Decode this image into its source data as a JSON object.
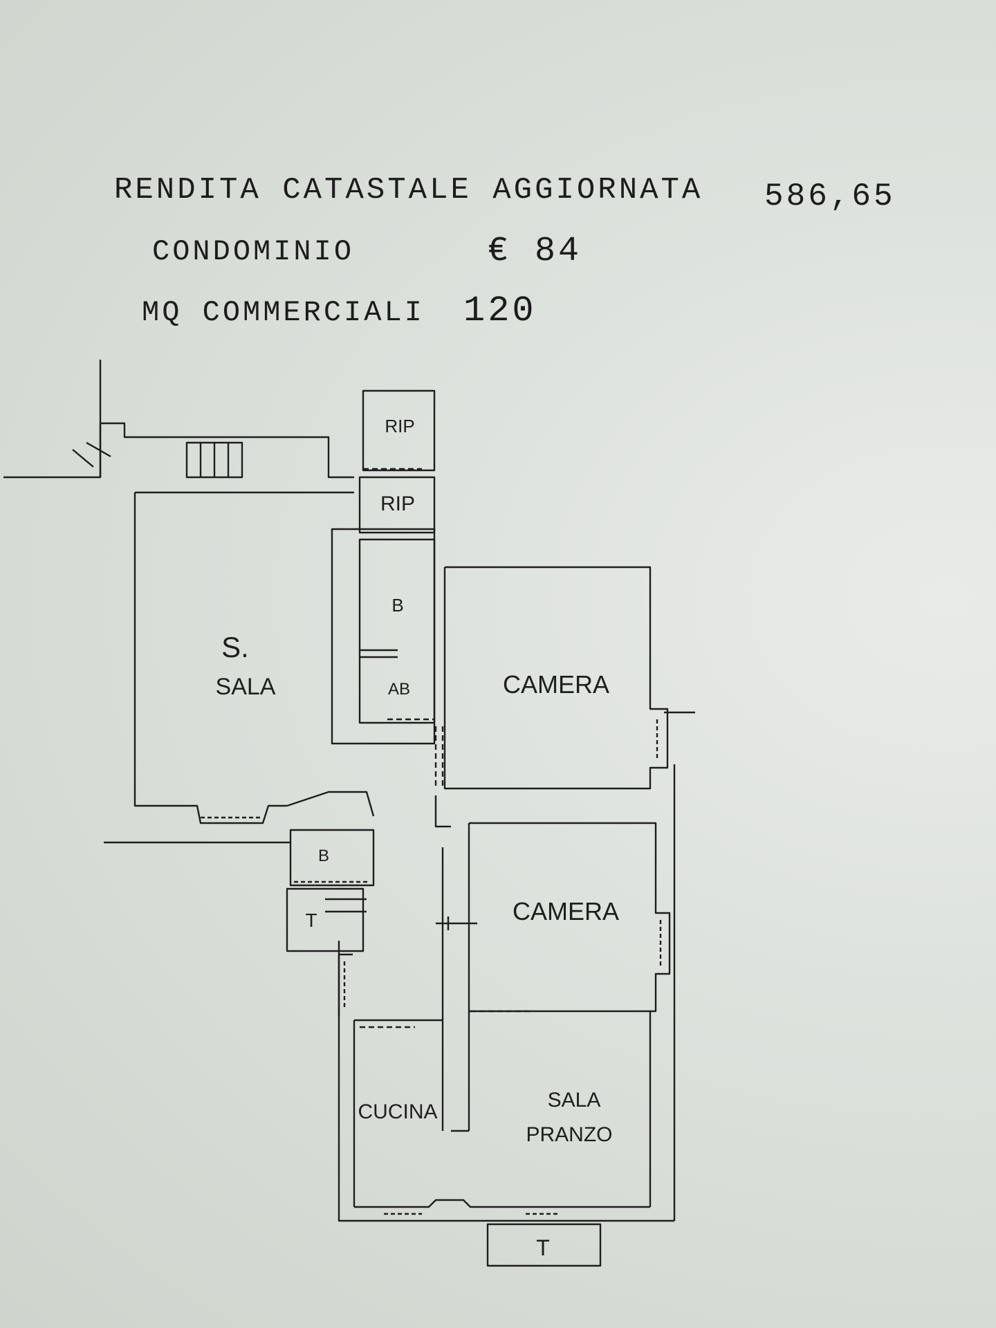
{
  "notes": {
    "rendita_label": "RENDITA CATASTALE AGGIORNATA",
    "rendita_value": "586,65",
    "condominio_label": "CONDOMINIO",
    "condominio_value": "€ 84",
    "mq_label": "MQ COMMERCIALI",
    "mq_value": "120"
  },
  "rooms": {
    "rip_top": "RIP",
    "rip_bottom": "RIP",
    "bagno_1": "B",
    "antibagno": "AB",
    "s_mark": "S.",
    "sala": "SALA",
    "camera_1": "CAMERA",
    "bagno_2": "B",
    "terrace_left": "T",
    "camera_2": "CAMERA",
    "cucina": "CUCINA",
    "sala_pranzo_line1": "SALA",
    "sala_pranzo_line2": "PRANZO",
    "terrace_bottom": "T"
  },
  "colors": {
    "ink": "#1e1e1e",
    "paper": "#dde1dc"
  }
}
